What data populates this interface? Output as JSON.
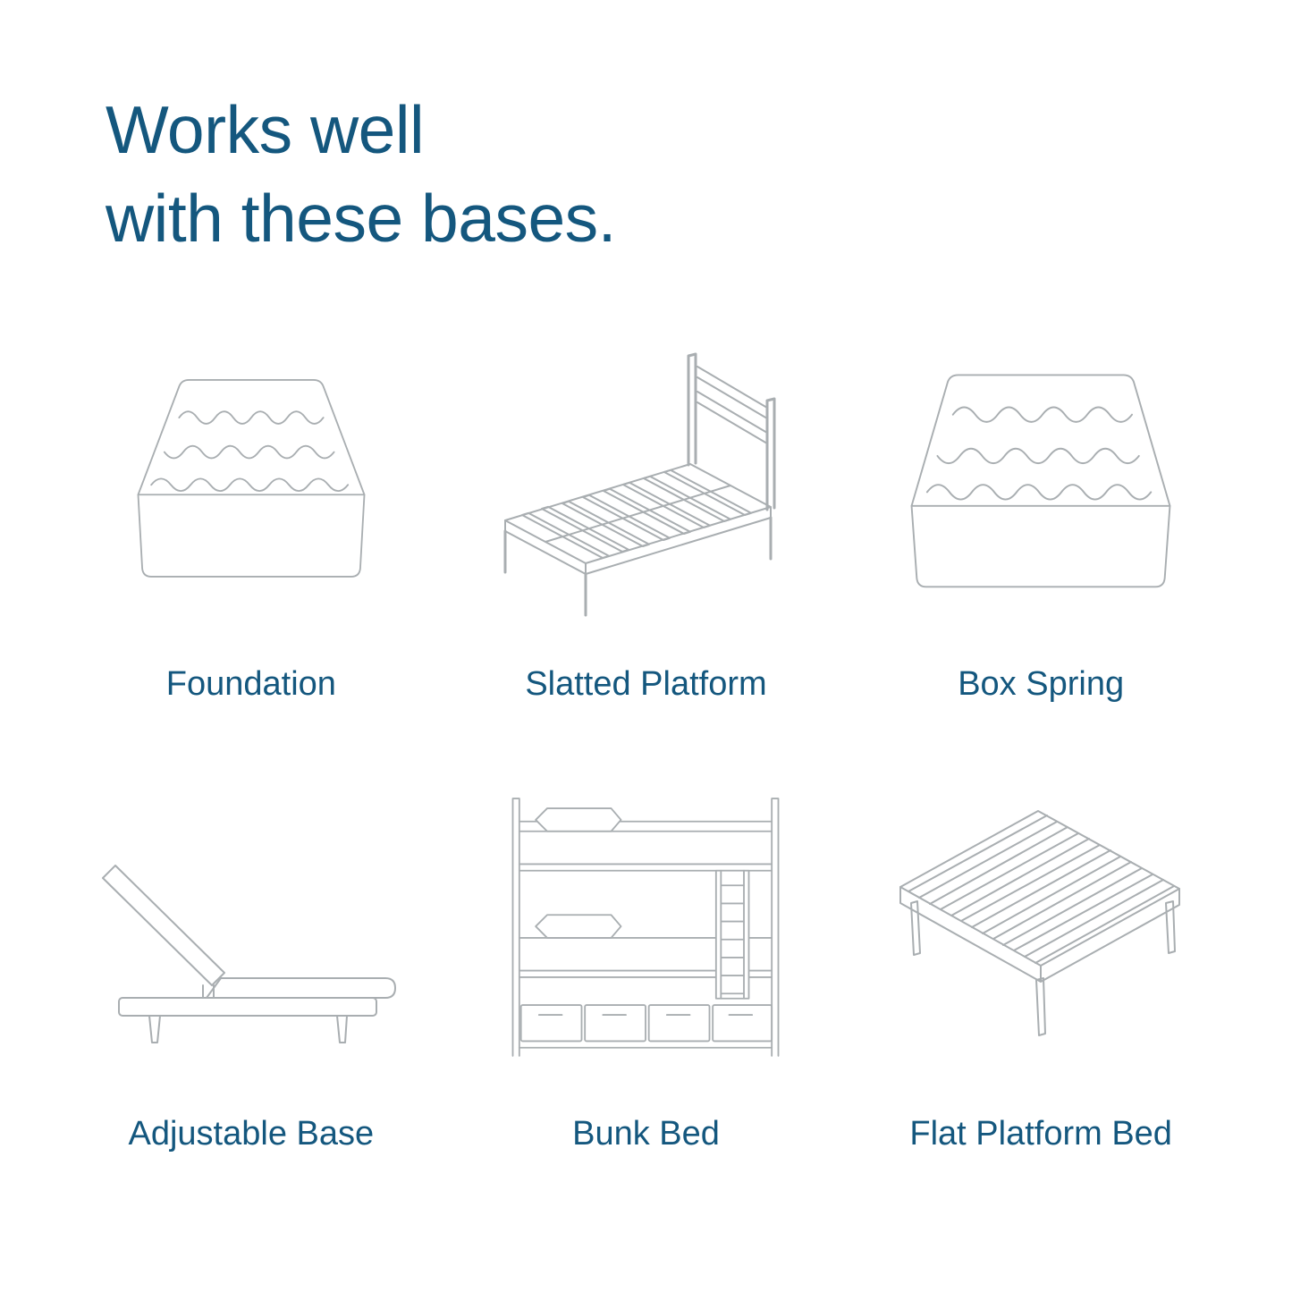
{
  "title": {
    "line1": "Works well",
    "line2": "with these bases."
  },
  "colors": {
    "accent": "#14577E",
    "line_art": "#A9AEB1",
    "background": "#FFFFFF"
  },
  "bases": [
    {
      "label": "Foundation",
      "icon": "foundation-icon"
    },
    {
      "label": "Slatted Platform",
      "icon": "slatted-platform-icon"
    },
    {
      "label": "Box Spring",
      "icon": "box-spring-icon"
    },
    {
      "label": "Adjustable Base",
      "icon": "adjustable-base-icon"
    },
    {
      "label": "Bunk Bed",
      "icon": "bunk-bed-icon"
    },
    {
      "label": "Flat Platform Bed",
      "icon": "flat-platform-bed-icon"
    }
  ]
}
